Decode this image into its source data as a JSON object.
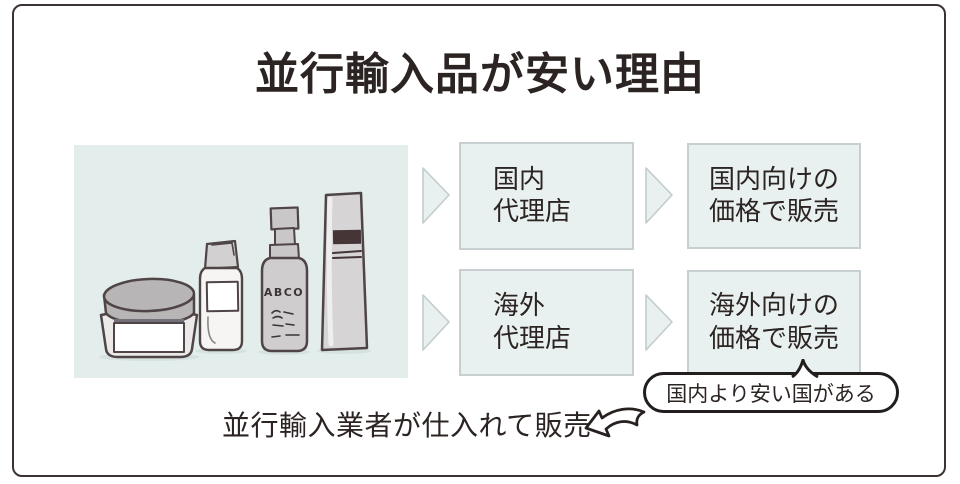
{
  "title": "並行輸入品が安い理由",
  "flow": {
    "rows": [
      {
        "agent_line1": "国内",
        "agent_line2": "代理店",
        "sale_line1": "国内向けの",
        "sale_line2": "価格で販売"
      },
      {
        "agent_line1": "海外",
        "agent_line2": "代理店",
        "sale_line1": "海外向けの",
        "sale_line2": "価格で販売"
      }
    ]
  },
  "callout": {
    "bubble_text": "国内より安い国がある"
  },
  "bottom_note": "並行輸入業者が仕入れて販売",
  "illustration": {
    "items": [
      "cream-jar",
      "small-bottle",
      "pump-bottle",
      "tall-bottle"
    ],
    "pump_bottle_label": "ABCO"
  },
  "colors": {
    "background": "#ffffff",
    "frame_border": "#3a3331",
    "text": "#2b2422",
    "box_fill": "#e9f1f0",
    "box_border": "#c7cfd1",
    "arrow_fill": "#e9f1f0",
    "illustration_bg": "#e3edeb",
    "bubble_border": "#211e1d",
    "product_outline": "#4f4446",
    "product_gray": "#cfcdce"
  }
}
